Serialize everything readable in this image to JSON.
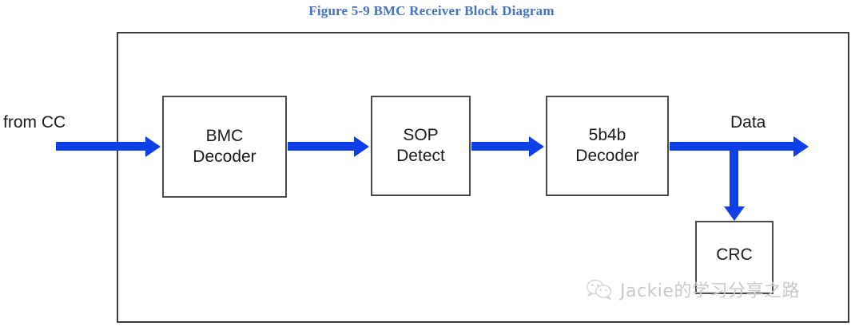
{
  "figure": {
    "caption": "Figure 5-9 BMC Receiver Block Diagram",
    "caption_color": "#4472c4"
  },
  "diagram": {
    "frame_color": "#3b3b3b",
    "signal_color": "#0f3fe8",
    "block_border_color": "#4a4a4a",
    "blocks": [
      {
        "id": "bmc",
        "line1": "BMC",
        "line2": "Decoder"
      },
      {
        "id": "sop",
        "line1": "SOP",
        "line2": "Detect"
      },
      {
        "id": "5b4b",
        "line1": "5b4b",
        "line2": "Decoder"
      },
      {
        "id": "crc",
        "line1": "CRC",
        "line2": ""
      }
    ],
    "labels": {
      "input": "from CC",
      "output": "Data"
    },
    "connections": [
      {
        "name": "input-to-bmc",
        "from": "from CC",
        "to": "BMC Decoder",
        "direction": "right"
      },
      {
        "name": "bmc-to-sop",
        "from": "BMC Decoder",
        "to": "SOP Detect",
        "direction": "right"
      },
      {
        "name": "sop-to-5b4b",
        "from": "SOP Detect",
        "to": "5b4b Decoder",
        "direction": "right"
      },
      {
        "name": "5b4b-to-data",
        "from": "5b4b Decoder",
        "to": "Data",
        "direction": "right"
      },
      {
        "name": "data-to-crc",
        "from": "Data",
        "to": "CRC",
        "direction": "down"
      }
    ]
  },
  "watermark": {
    "text": "Jackie的学习分享之路",
    "icon": "wechat-icon",
    "color": "#c9c9c9"
  }
}
